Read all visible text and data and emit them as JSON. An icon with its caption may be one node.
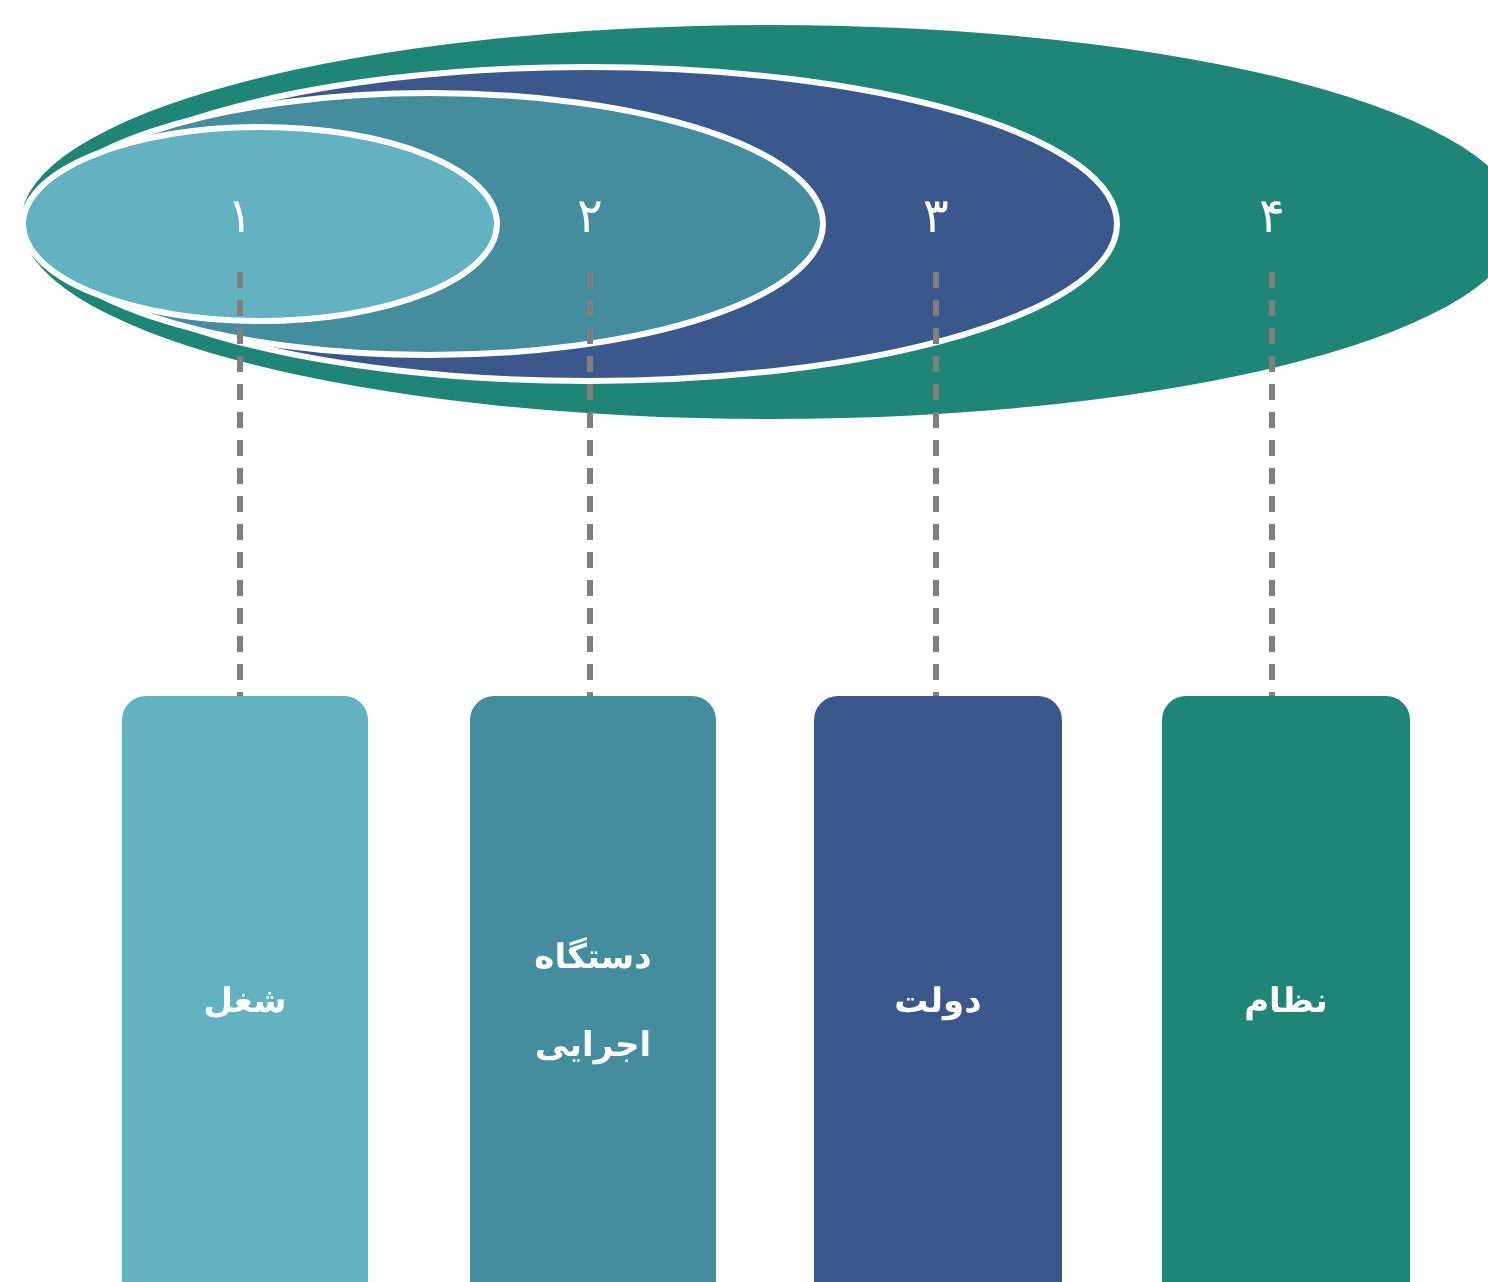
{
  "diagram": {
    "nodes": [
      {
        "text": [
          "۴"
        ]
      },
      {
        "text": [
          "۳"
        ],
        "in": 0
      },
      {
        "text": [
          "۲"
        ],
        "in": 1
      },
      {
        "text": [
          "۱"
        ],
        "in": 2
      },
      {
        "text": [
          "شغل"
        ]
      },
      {
        "text": [
          "دستگاه اجرایی"
        ]
      },
      {
        "text": [
          "دولت"
        ]
      },
      {
        "text": [
          "نظام"
        ]
      }
    ],
    "edges": [
      {
        "from": 3,
        "to": 4,
        "arrow": "none",
        "style": "dashed"
      },
      {
        "from": 2,
        "to": 5,
        "arrow": "none",
        "style": "dashed"
      },
      {
        "from": 1,
        "to": 6,
        "arrow": "none",
        "style": "dashed"
      },
      {
        "from": 0,
        "to": 7,
        "arrow": "none",
        "style": "dashed"
      }
    ]
  }
}
